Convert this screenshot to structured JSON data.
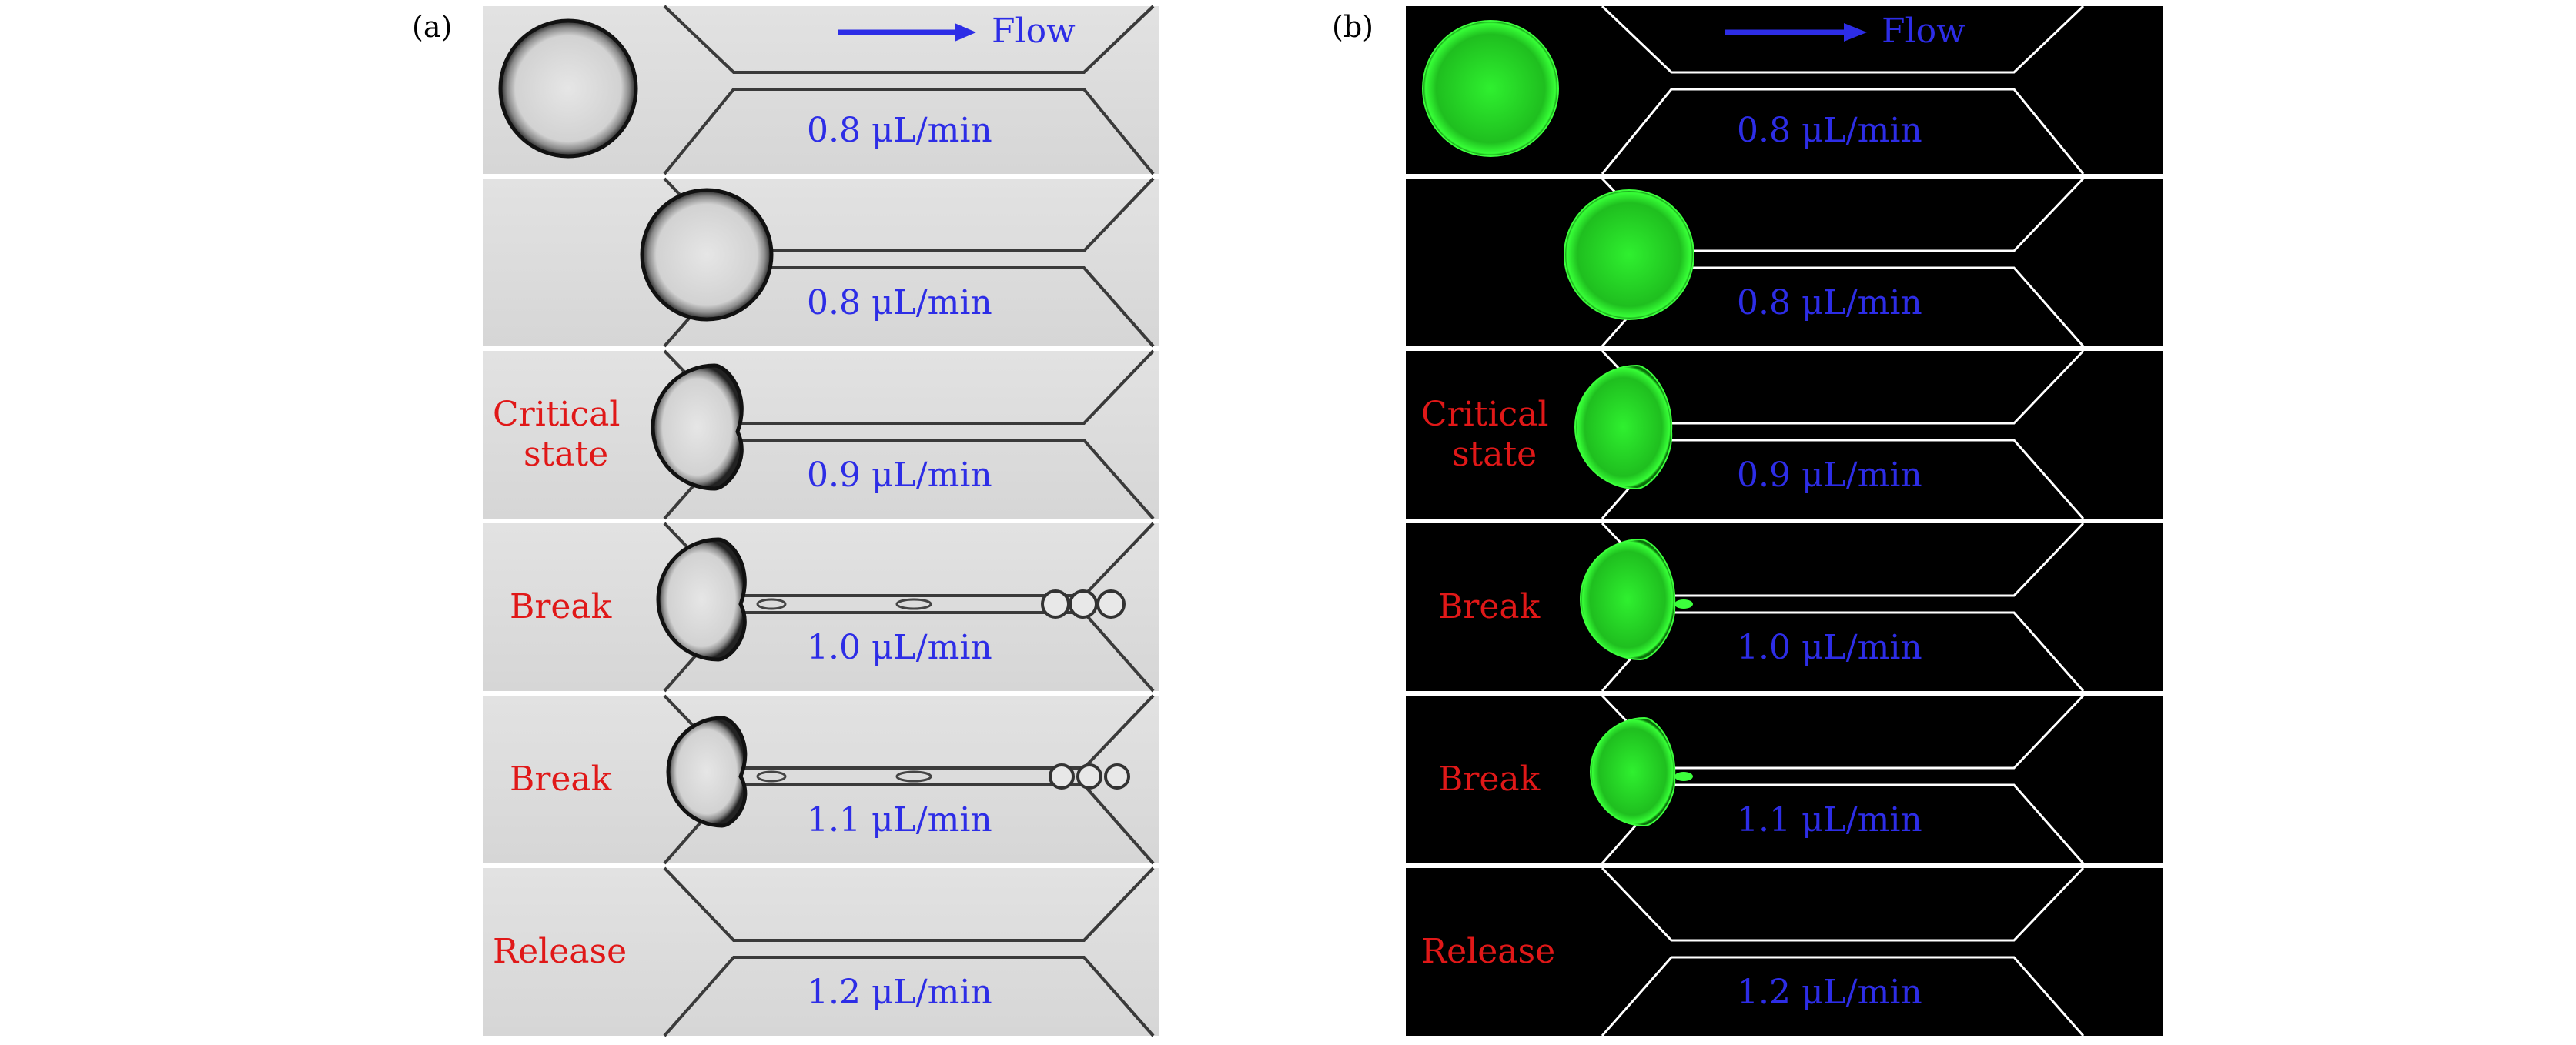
{
  "panels": [
    {
      "label": "(a)",
      "mode": "brightfield",
      "flow_label": "Flow",
      "rows": [
        {
          "state": "",
          "rate": "0.8 μL/min"
        },
        {
          "state": "",
          "rate": "0.8 μL/min"
        },
        {
          "state": "Critical state",
          "state_lines": [
            "Critical",
            "state"
          ],
          "rate": "0.9 μL/min"
        },
        {
          "state": "Break",
          "state_lines": [
            "Break"
          ],
          "rate": "1.0 μL/min"
        },
        {
          "state": "Break",
          "state_lines": [
            "Break"
          ],
          "rate": "1.1 μL/min"
        },
        {
          "state": "Release",
          "state_lines": [
            "Release"
          ],
          "rate": "1.2 μL/min"
        }
      ]
    },
    {
      "label": "(b)",
      "mode": "fluorescence",
      "flow_label": "Flow",
      "rows": [
        {
          "state": "",
          "rate": "0.8 μL/min"
        },
        {
          "state": "",
          "rate": "0.8 μL/min"
        },
        {
          "state": "Critical state",
          "state_lines": [
            "Critical",
            "state"
          ],
          "rate": "0.9 μL/min"
        },
        {
          "state": "Break",
          "state_lines": [
            "Break"
          ],
          "rate": "1.0 μL/min"
        },
        {
          "state": "Break",
          "state_lines": [
            "Break"
          ],
          "rate": "1.1 μL/min"
        },
        {
          "state": "Release",
          "state_lines": [
            "Release"
          ],
          "rate": "1.2 μL/min"
        }
      ]
    }
  ],
  "colors": {
    "rate_text": "#2d2de6",
    "state_text": "#e01818",
    "flow_arrow": "#2d2de6",
    "brightfield_bg": "#dcdcdc",
    "fluorescence_bg": "#000000",
    "fluorescence_cell": "#2ee02e"
  },
  "icons": {
    "flow_arrow": "right-arrow-icon"
  }
}
